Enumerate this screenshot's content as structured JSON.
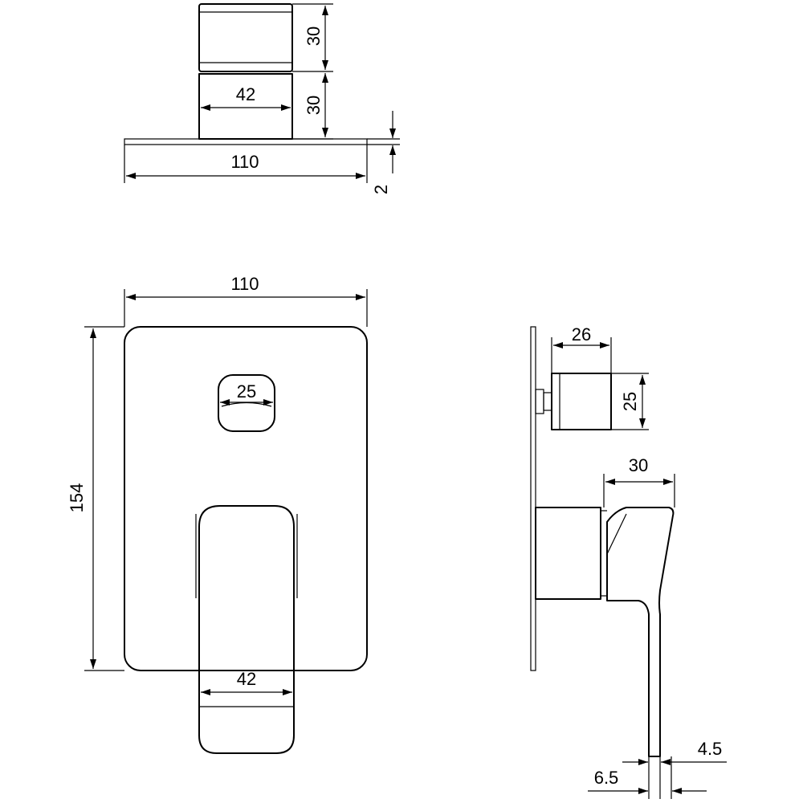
{
  "views": {
    "top": {
      "dim_knob_height": "30",
      "dim_handle_height": "30",
      "dim_handle_width": "42",
      "dim_plate_width": "110",
      "dim_plate_thickness": "2"
    },
    "front": {
      "dim_plate_width": "110",
      "dim_plate_height": "154",
      "dim_knob_width": "25",
      "dim_handle_width": "42"
    },
    "side": {
      "dim_knob_depth": "26",
      "dim_knob_height": "25",
      "dim_handle_depth": "30",
      "dim_lever_thickness": "4.5",
      "dim_lever_tip": "6.5"
    }
  }
}
